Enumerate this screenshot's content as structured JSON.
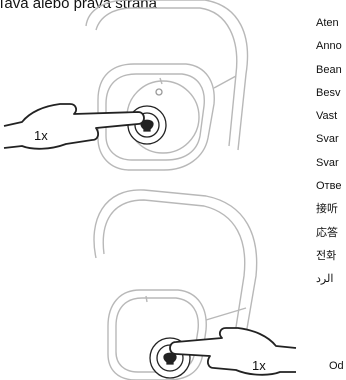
{
  "heading": "ľava alebo pravá strana",
  "callouts": {
    "top": "1x",
    "bottom": "1x"
  },
  "languages": [
    "Aten",
    "Anno",
    "Bean",
    "Besv",
    "Vast",
    "Svar",
    "Svar",
    "Отве",
    "接听",
    "応答",
    "전화",
    "الرد"
  ],
  "footer_label": "Od"
}
